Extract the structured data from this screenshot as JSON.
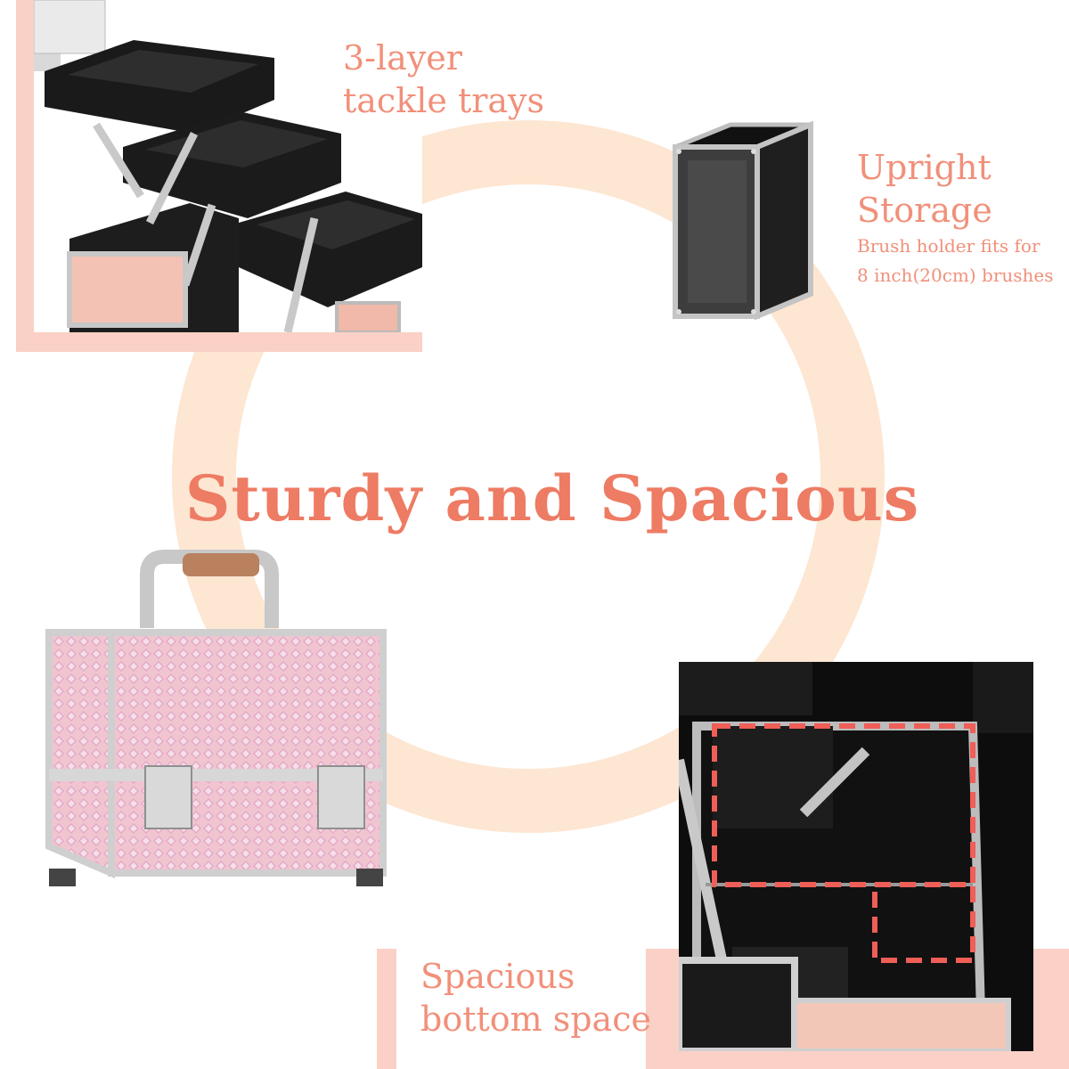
{
  "headline": "Sturdy and Spacious",
  "features": {
    "trays": {
      "line1": "3-layer",
      "line2": "tackle trays"
    },
    "upright": {
      "line1": "Upright",
      "line2": "Storage",
      "detail1": "Brush holder fits for",
      "detail2": "8 inch(20cm) brushes"
    },
    "bottom": {
      "line1": "Spacious",
      "line2": "bottom space"
    }
  },
  "colors": {
    "accent": "#ee7b63",
    "ring": "#fde6d2",
    "block": "#fbd0c6"
  }
}
